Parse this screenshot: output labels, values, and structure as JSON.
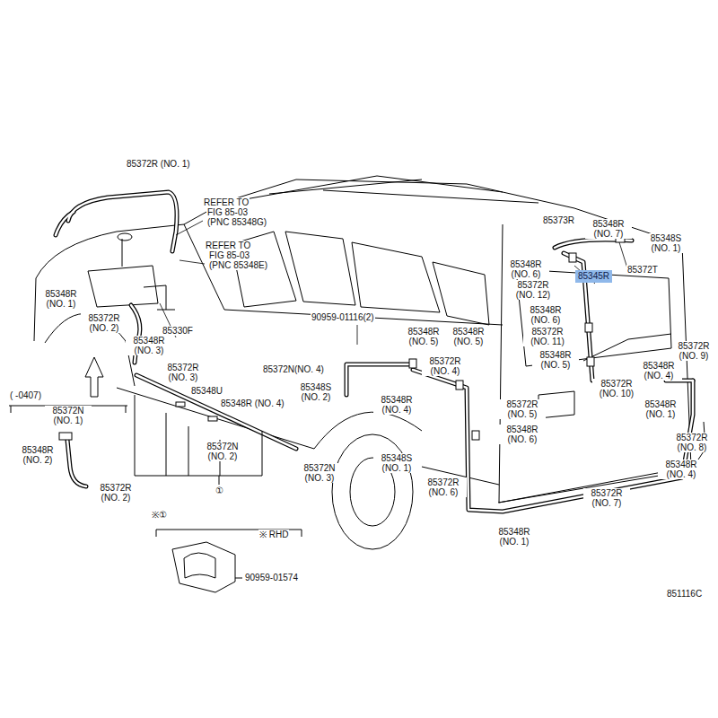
{
  "diagram": {
    "nodes": [
      {
        "text": [
          "85345R"
        ]
      }
    ],
    "labels": [
      "85372R (NO. 1)",
      "REFER TO",
      "FIG 85-03",
      "(PNC 85348G)",
      "REFER TO",
      "FIG 85-03",
      "(PNC 85348E)",
      "85348R (NO. 1)",
      "85372R (NO. 2)",
      "85330F",
      "85348R (NO. 3)",
      "85372R (NO. 3)",
      "85348U",
      "85348R (NO. 4)",
      "85372N (NO. 2)",
      "90959-01116(2)",
      "85348R (NO. 5)",
      "85348R (NO. 5)",
      "85372N(NO. 4)",
      "85372R (NO. 4)",
      "85348S (NO. 2)",
      "85348R (NO. 4)",
      "85348S (NO. 1)",
      "85372N (NO. 3)",
      "85372R (NO. 5)",
      "85348R (NO. 6)",
      "85372R (NO. 6)",
      "85348R (NO. 1)",
      "85372R (NO. 7)",
      "85373R",
      "85348R (NO. 7)",
      "85348S (NO. 1)",
      "85348R (NO. 6)",
      "85372T",
      "85372R (NO. 12)",
      "85348R (NO. 6)",
      "85372R (NO. 11)",
      "85348R (NO. 5)",
      "85372R (NO. 9)",
      "85348R (NO. 4)",
      "85372R (NO. 10)",
      "85348R (NO. 1)",
      "85372R (NO. 8)",
      "85348R (NO. 4)",
      "( -0407)",
      "85372N (NO. 1)",
      "85348R (NO. 2)",
      "85372R (NO. 2)",
      "①",
      "※①",
      "※ RHD",
      "90959-01574",
      "851116C"
    ]
  }
}
